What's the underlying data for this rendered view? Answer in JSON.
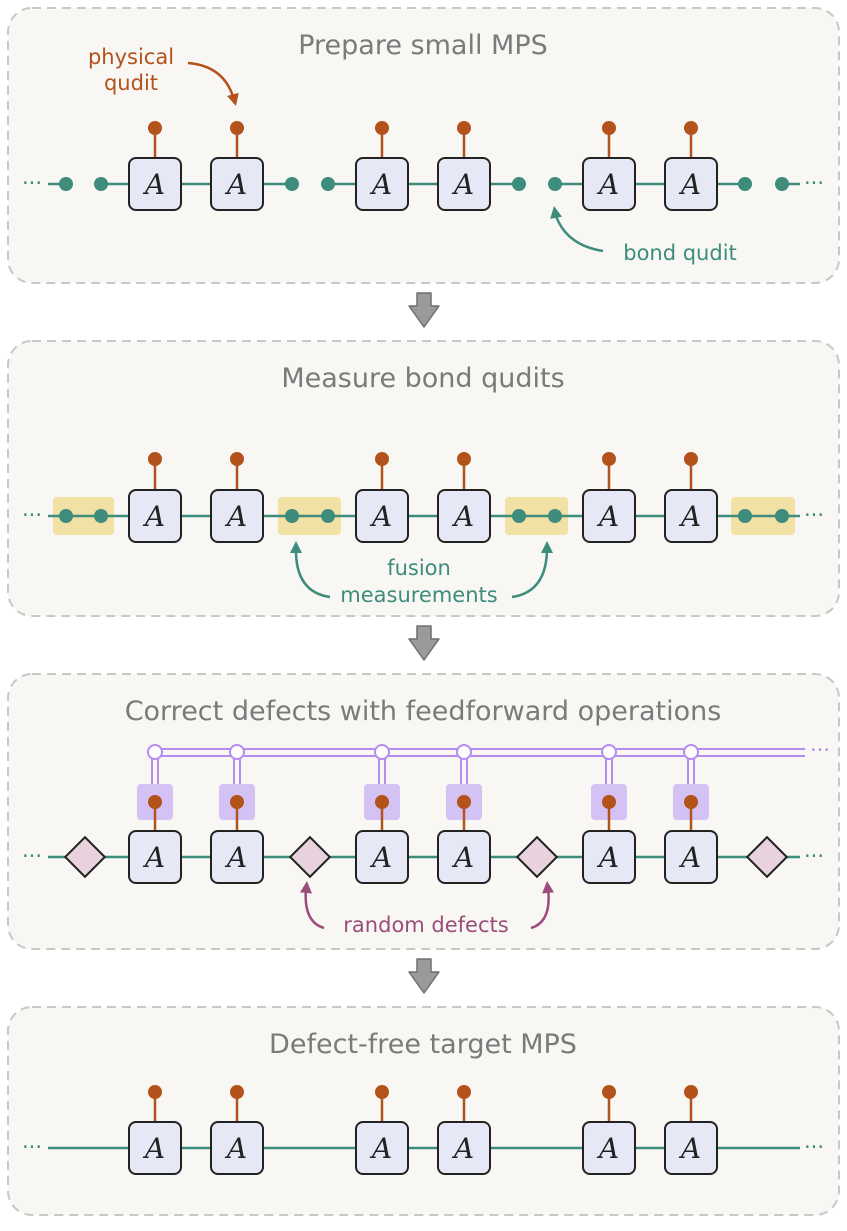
{
  "panels": [
    {
      "title": "Prepare small MPS",
      "annotations": {
        "physical": "physical\nqudit",
        "bond": "bond qudit"
      }
    },
    {
      "title": "Measure bond qudits",
      "annotations": {
        "fusion": "fusion\nmeasurements"
      }
    },
    {
      "title": "Correct defects with feedforward operations",
      "annotations": {
        "defects": "random defects"
      }
    },
    {
      "title": "Defect-free target MPS"
    }
  ],
  "tensor_label": "A",
  "continuation": "···",
  "colors": {
    "panel_bg": "#f8f7f4",
    "panel_border": "#c8c8c8",
    "bond": "#3d8c7c",
    "physical": "#b3521a",
    "tensor_fill": "#e6e9f5",
    "fusion_highlight": "#f2e1a4",
    "feedforward": "#b58cf0",
    "feedforward_box": "#d4c2f5",
    "defect_fill": "#e8d2de",
    "defect_label": "#9b4d7a",
    "arrow": "#9a9a9a"
  },
  "icons": {
    "tensor": "tensor-box",
    "physical": "lollipop-physical-leg",
    "bond": "bond-dot",
    "defect": "defect-diamond",
    "step": "down-arrow-icon"
  }
}
